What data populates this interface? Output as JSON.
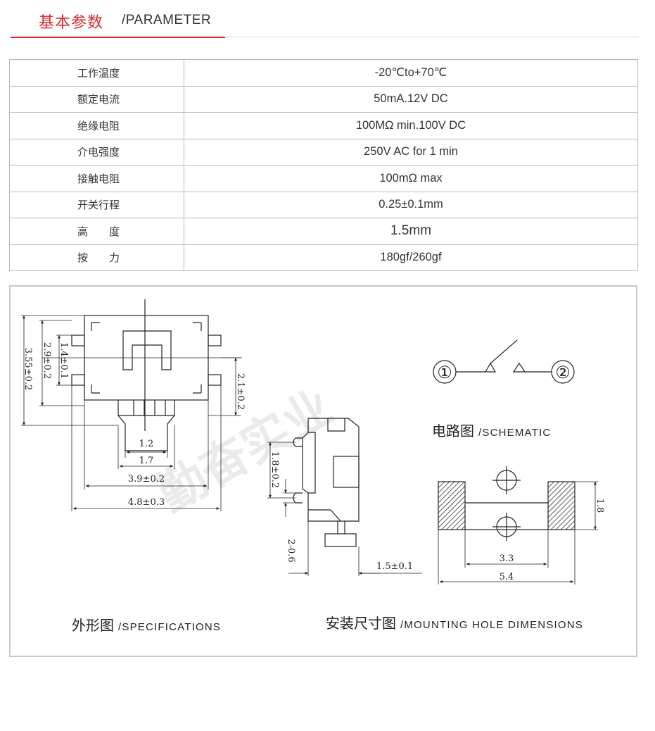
{
  "header": {
    "title_cn": "基本参数",
    "title_en": "/PARAMETER"
  },
  "params": [
    {
      "label": "工作温度",
      "value": "-20℃to+70℃"
    },
    {
      "label": "额定电流",
      "value": "50mA.12V DC"
    },
    {
      "label": "绝缘电阻",
      "value": "100MΩ min.100V DC"
    },
    {
      "label": "介电强度",
      "value": "250V AC for 1 min"
    },
    {
      "label": "接触电阻",
      "value": "100mΩ max"
    },
    {
      "label": "开关行程",
      "value": "0.25±0.1mm"
    },
    {
      "label": "高　　度",
      "value": "1.5mm"
    },
    {
      "label": "按　　力",
      "value": "180gf/260gf"
    }
  ],
  "drawing": {
    "dims": {
      "d355": "3.55±0.2",
      "d29": "2.9±0.2",
      "d14": "1.4±0.1",
      "d21": "2.1±0.2",
      "d12": "1.2",
      "d17": "1.7",
      "d39": "3.9±0.2",
      "d48": "4.8±0.3",
      "d18s": "1.8±0.2",
      "d206": "2-0.6",
      "d15": "1.5±0.1",
      "m18": "1.8",
      "m33": "3.3",
      "m54": "5.4"
    },
    "schematic": {
      "node1": "①",
      "node2": "②",
      "caption_cn": "电路图",
      "caption_en": "/SCHEMATIC"
    },
    "specs_caption": {
      "cn": "外形图",
      "en": "/SPECIFICATIONS"
    },
    "mounting_caption": {
      "cn": "安装尺寸图",
      "en": "/MOUNTING HOLE DIMENSIONS"
    },
    "watermark": "勤奋实业"
  }
}
